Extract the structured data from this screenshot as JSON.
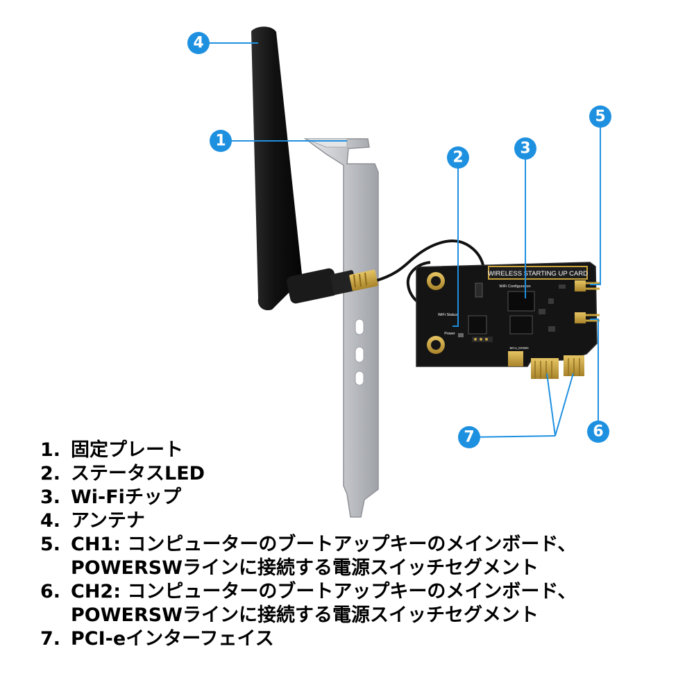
{
  "colors": {
    "callout": "#1e90e0",
    "board": "#151515",
    "gold": "#c8a23c",
    "bracket": "#c9cbcf",
    "antenna": "#141414"
  },
  "image": {
    "board_label": "WIRELESS STARTING UP CARD",
    "wifi_config_label": "WiFi Configuration",
    "wifi_status_label": "WiFi Status",
    "power_label": "Power",
    "mcu_label": "MCU_DOWN"
  },
  "callouts": [
    "1",
    "2",
    "3",
    "4",
    "5",
    "6",
    "7"
  ],
  "legend": [
    {
      "num": "1.",
      "lines": [
        "固定プレート"
      ]
    },
    {
      "num": "2.",
      "lines": [
        "ステータスLED"
      ]
    },
    {
      "num": "3.",
      "lines": [
        "Wi-Fiチップ"
      ]
    },
    {
      "num": "4.",
      "lines": [
        "アンテナ"
      ]
    },
    {
      "num": "5.",
      "lines": [
        "CH1: コンピューターのブートアップキーのメインボード、",
        "POWERSWラインに接続する電源スイッチセグメント"
      ]
    },
    {
      "num": "6.",
      "lines": [
        "CH2: コンピューターのブートアップキーのメインボード、",
        "POWERSWラインに接続する電源スイッチセグメント"
      ]
    },
    {
      "num": "7.",
      "lines": [
        "PCI-eインターフェイス"
      ]
    }
  ]
}
